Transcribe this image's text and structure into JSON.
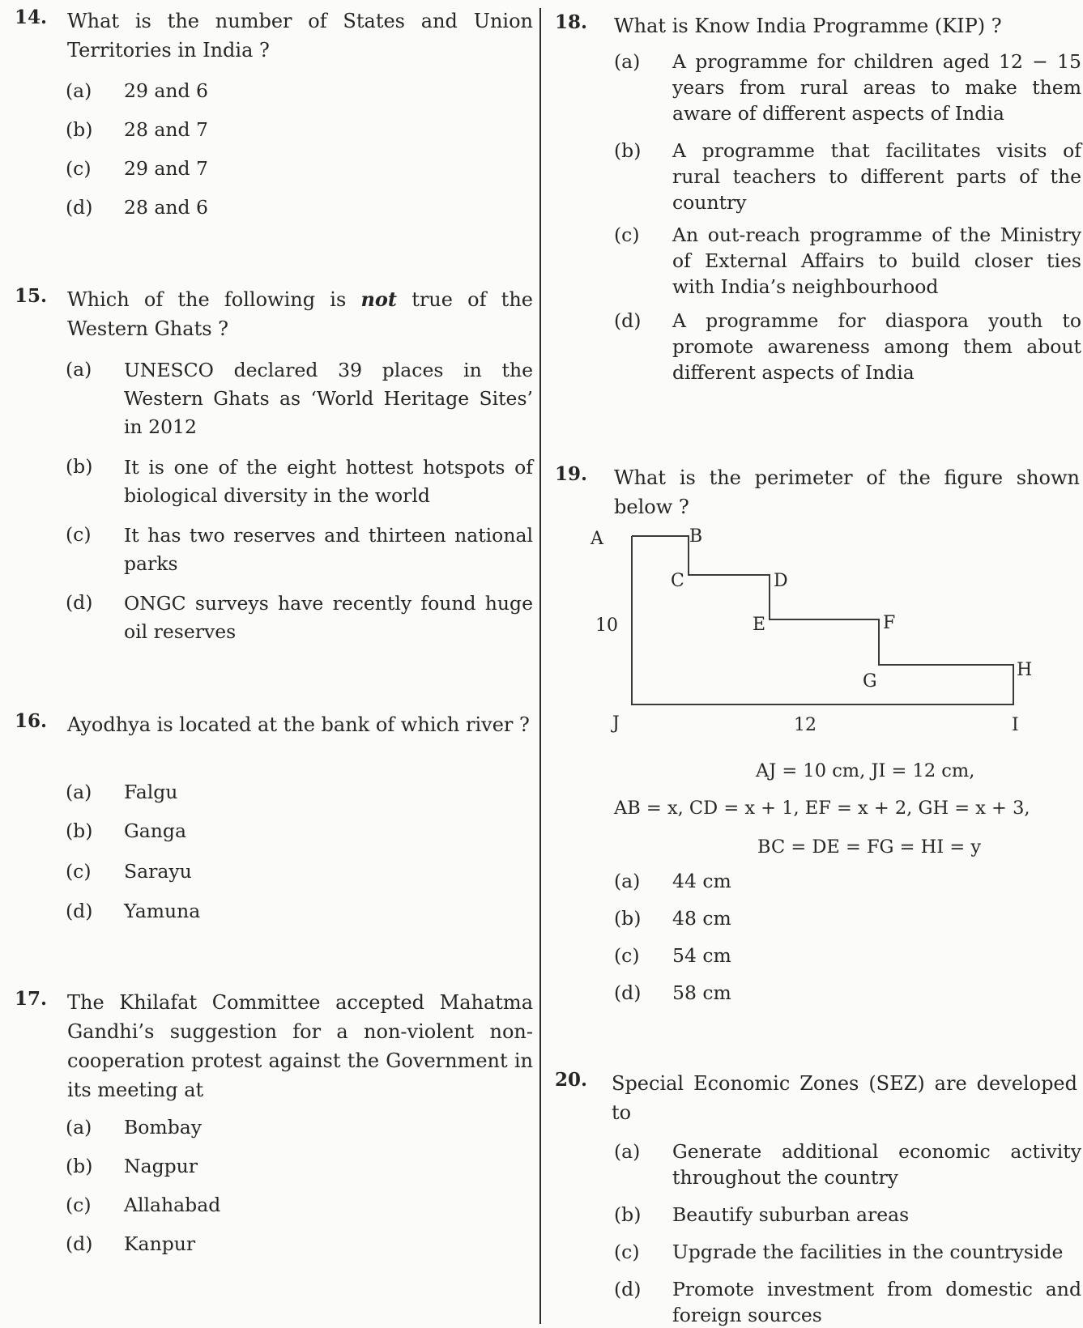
{
  "questions": {
    "q14": {
      "num": "14.",
      "text": "What is the number of States and Union Territories in India ?",
      "options": [
        {
          "label": "(a)",
          "text": "29 and 6"
        },
        {
          "label": "(b)",
          "text": "28 and 7"
        },
        {
          "label": "(c)",
          "text": "29 and 7"
        },
        {
          "label": "(d)",
          "text": "28 and 6"
        }
      ]
    },
    "q15": {
      "num": "15.",
      "text_pre": "Which of the following is ",
      "text_em": "not",
      "text_post": " true of the Western Ghats ?",
      "options": [
        {
          "label": "(a)",
          "text": "UNESCO declared 39 places in the Western Ghats as ‘World Heritage Sites’ in 2012"
        },
        {
          "label": "(b)",
          "text": "It is one of the eight hottest hotspots of biological diversity in the world"
        },
        {
          "label": "(c)",
          "text": "It has two reserves and thirteen national parks"
        },
        {
          "label": "(d)",
          "text": "ONGC surveys have recently found huge oil reserves"
        }
      ]
    },
    "q16": {
      "num": "16.",
      "text": "Ayodhya is located at the bank of which river ?",
      "options": [
        {
          "label": "(a)",
          "text": "Falgu"
        },
        {
          "label": "(b)",
          "text": "Ganga"
        },
        {
          "label": "(c)",
          "text": "Sarayu"
        },
        {
          "label": "(d)",
          "text": "Yamuna"
        }
      ]
    },
    "q17": {
      "num": "17.",
      "text": "The Khilafat Committee accepted Mahatma Gandhi’s suggestion for a non-violent non-cooperation protest against the Government in its meeting at",
      "options": [
        {
          "label": "(a)",
          "text": "Bombay"
        },
        {
          "label": "(b)",
          "text": "Nagpur"
        },
        {
          "label": "(c)",
          "text": "Allahabad"
        },
        {
          "label": "(d)",
          "text": "Kanpur"
        }
      ]
    },
    "q18": {
      "num": "18.",
      "text": "What is Know India Programme (KIP) ?",
      "options": [
        {
          "label": "(a)",
          "text": "A programme for children aged 12 − 15 years from rural areas to make them aware of different aspects of India"
        },
        {
          "label": "(b)",
          "text": "A programme that facilitates visits of rural teachers to different parts of the country"
        },
        {
          "label": "(c)",
          "text": "An out-reach programme of the Ministry of External Affairs to build closer ties with India’s neighbourhood"
        },
        {
          "label": "(d)",
          "text": "A programme for diaspora youth to promote awareness among them about different aspects of India"
        }
      ]
    },
    "q19": {
      "num": "19.",
      "text": "What is the perimeter of the figure shown below ?",
      "figure": {
        "points": {
          "A": "A",
          "B": "B",
          "C": "C",
          "D": "D",
          "E": "E",
          "F": "F",
          "G": "G",
          "H": "H",
          "I": "I",
          "J": "J"
        },
        "side_aj": "10",
        "side_ji": "12"
      },
      "caption1": "AJ = 10 cm,  JI = 12 cm,",
      "caption2": "AB = x, CD = x + 1, EF = x + 2, GH = x + 3,",
      "caption3": "BC = DE = FG = HI = y",
      "options": [
        {
          "label": "(a)",
          "text": "44 cm"
        },
        {
          "label": "(b)",
          "text": "48 cm"
        },
        {
          "label": "(c)",
          "text": "54 cm"
        },
        {
          "label": "(d)",
          "text": "58 cm"
        }
      ]
    },
    "q20": {
      "num": "20.",
      "text": "Special Economic Zones (SEZ) are developed to",
      "options": [
        {
          "label": "(a)",
          "text": "Generate additional economic activity throughout the country"
        },
        {
          "label": "(b)",
          "text": "Beautify suburban areas"
        },
        {
          "label": "(c)",
          "text": "Upgrade the facilities in the countryside"
        },
        {
          "label": "(d)",
          "text": "Promote investment from domestic and foreign sources"
        }
      ]
    }
  }
}
